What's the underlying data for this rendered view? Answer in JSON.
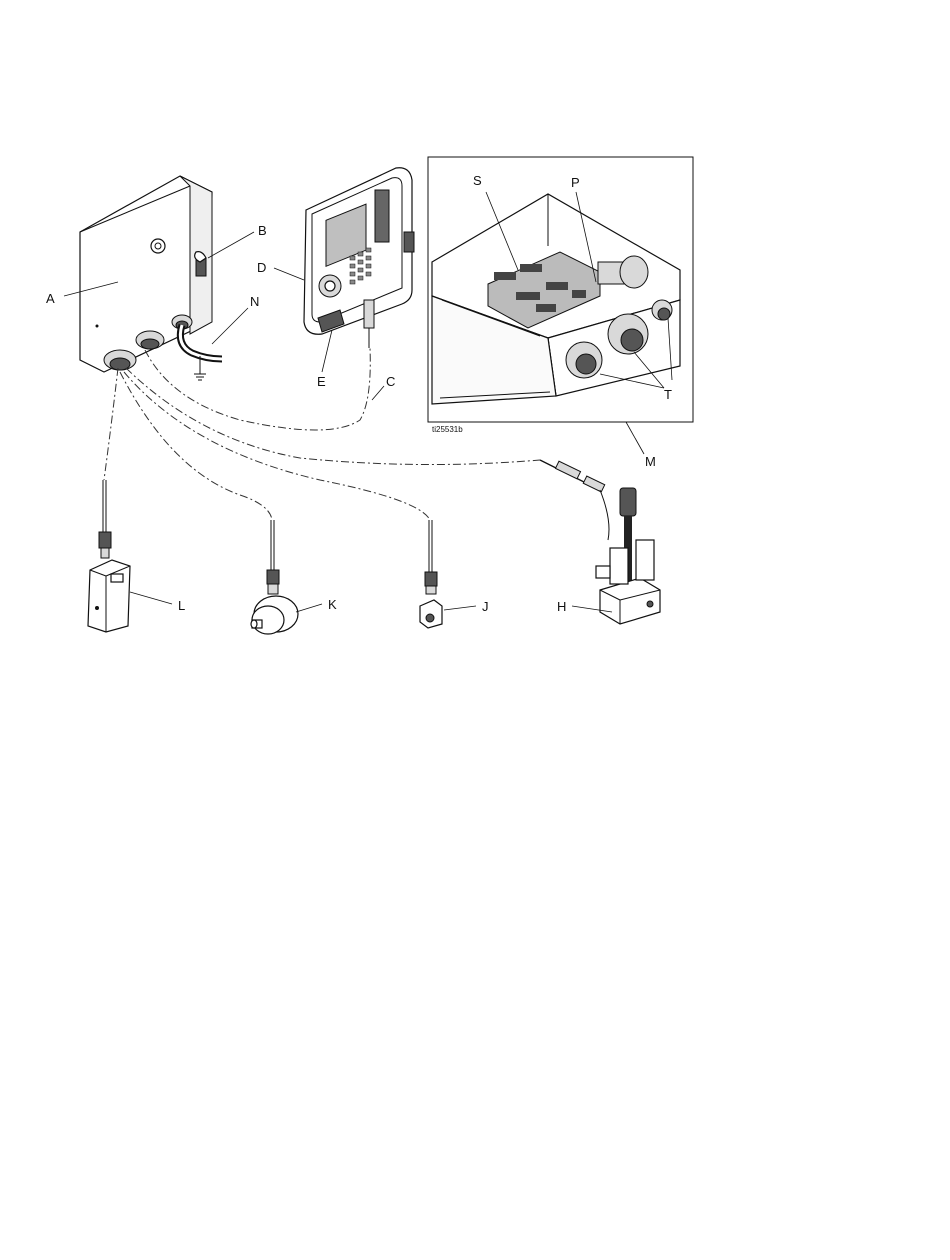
{
  "figure_id": "ti25531b",
  "labels": {
    "A": "A",
    "B": "B",
    "C": "C",
    "D": "D",
    "E": "E",
    "H": "H",
    "J": "J",
    "K": "K",
    "L": "L",
    "M": "M",
    "N": "N",
    "P": "P",
    "S": "S",
    "T": "T"
  }
}
